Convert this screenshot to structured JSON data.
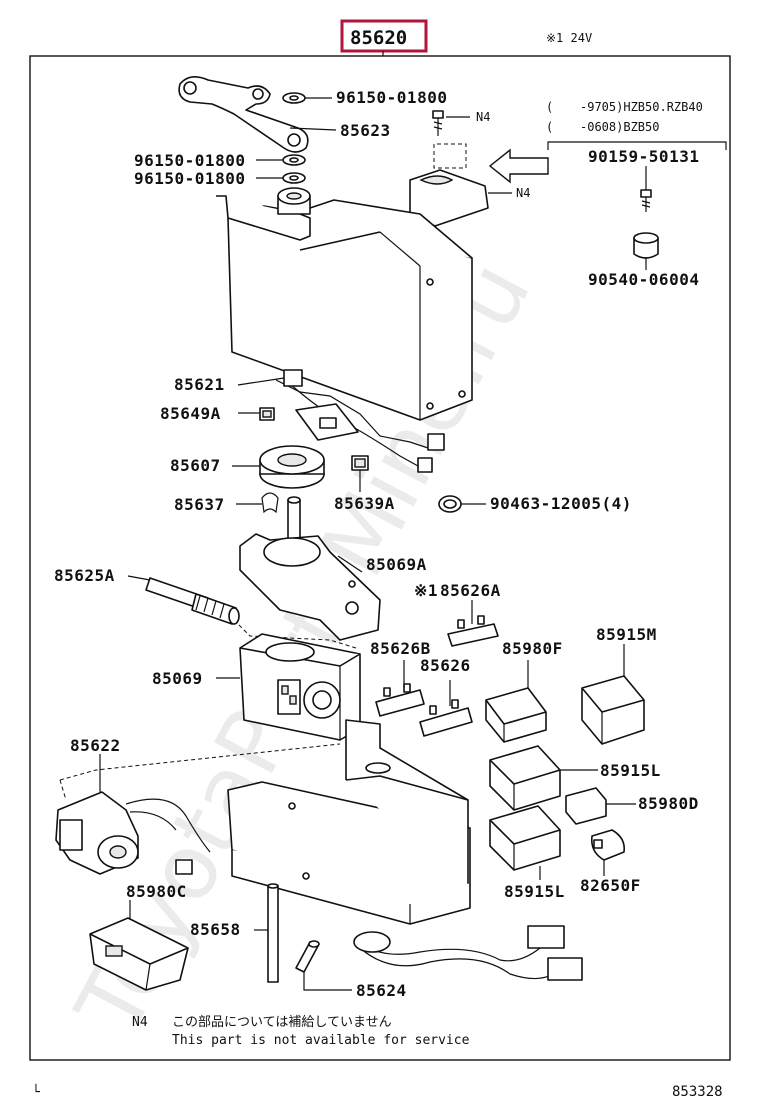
{
  "diagram": {
    "title_part_number": "85620",
    "title_accent": "#b0163a",
    "voltage_note": "※1 24V",
    "watermark": "ToyotaPartsMine.ru",
    "model_note_line1_open": "(",
    "model_note_line1": "-9705)HZB50.RZB40",
    "model_note_line2_open": "(",
    "model_note_line2": "-0608)BZB50",
    "n4_marker": "N4",
    "footnote_marker": "N4",
    "footnote_japanese": "この部品については補給していません",
    "footnote_english": "This part is not available for service",
    "corner_mark": "└",
    "figure_number": "853328"
  },
  "callouts": {
    "c96150_top": "96150-01800",
    "c85623": "85623",
    "c96150_mid": "96150-01800",
    "c96150_low": "96150-01800",
    "c90159": "90159-50131",
    "c90540": "90540-06004",
    "c85621": "85621",
    "c85649A": "85649A",
    "c85607": "85607",
    "c85639A": "85639A",
    "c85637": "85637",
    "c90463": "90463-12005(4)",
    "c85625A": "85625A",
    "c85069A": "85069A",
    "c85626A_mark": "※1",
    "c85626A": "85626A",
    "c85626B": "85626B",
    "c85626": "85626",
    "c85980F": "85980F",
    "c85915M": "85915M",
    "c85069": "85069",
    "c85622": "85622",
    "c85915L_a": "85915L",
    "c85980D": "85980D",
    "c85980C": "85980C",
    "c85915L_b": "85915L",
    "c82650F": "82650F",
    "c85658": "85658",
    "c85624": "85624"
  }
}
